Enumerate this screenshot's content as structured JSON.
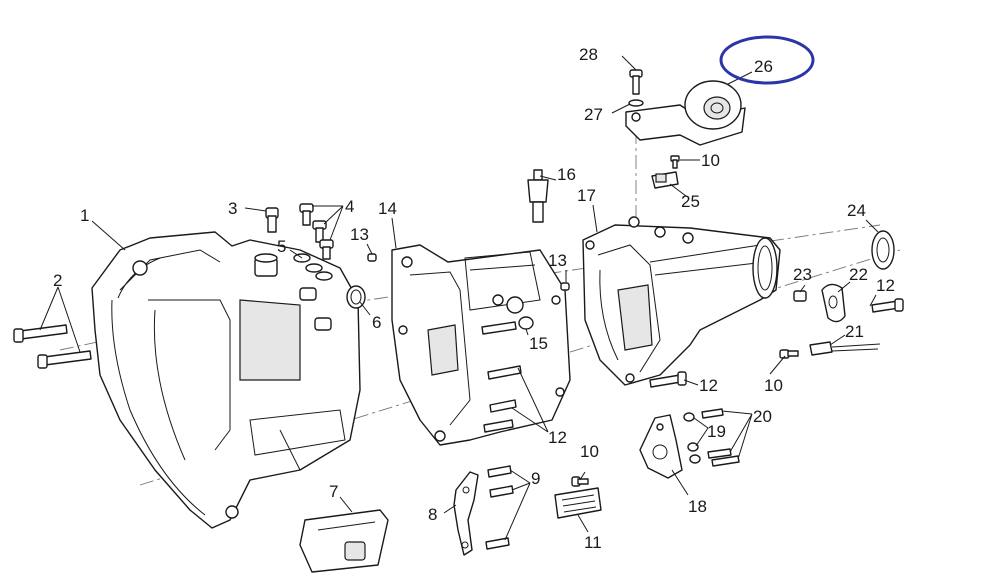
{
  "highlight_color": "#2b35a8",
  "highlighted_callout": "26",
  "callouts": [
    {
      "id": "c1",
      "text": "1"
    },
    {
      "id": "c2",
      "text": "2"
    },
    {
      "id": "c3",
      "text": "3"
    },
    {
      "id": "c4",
      "text": "4"
    },
    {
      "id": "c5",
      "text": "5"
    },
    {
      "id": "c6",
      "text": "6"
    },
    {
      "id": "c7",
      "text": "7"
    },
    {
      "id": "c8",
      "text": "8"
    },
    {
      "id": "c9",
      "text": "9"
    },
    {
      "id": "c10a",
      "text": "10"
    },
    {
      "id": "c10b",
      "text": "10"
    },
    {
      "id": "c10c",
      "text": "10"
    },
    {
      "id": "c11",
      "text": "11"
    },
    {
      "id": "c12a",
      "text": "12"
    },
    {
      "id": "c12b",
      "text": "12"
    },
    {
      "id": "c12c",
      "text": "12"
    },
    {
      "id": "c13a",
      "text": "13"
    },
    {
      "id": "c13b",
      "text": "13"
    },
    {
      "id": "c14",
      "text": "14"
    },
    {
      "id": "c15",
      "text": "15"
    },
    {
      "id": "c16",
      "text": "16"
    },
    {
      "id": "c17",
      "text": "17"
    },
    {
      "id": "c18",
      "text": "18"
    },
    {
      "id": "c19",
      "text": "19"
    },
    {
      "id": "c20",
      "text": "20"
    },
    {
      "id": "c21",
      "text": "21"
    },
    {
      "id": "c22",
      "text": "22"
    },
    {
      "id": "c23",
      "text": "23"
    },
    {
      "id": "c24",
      "text": "24"
    },
    {
      "id": "c25",
      "text": "25"
    },
    {
      "id": "c26",
      "text": "26"
    },
    {
      "id": "c27",
      "text": "27"
    },
    {
      "id": "c28",
      "text": "28"
    }
  ]
}
